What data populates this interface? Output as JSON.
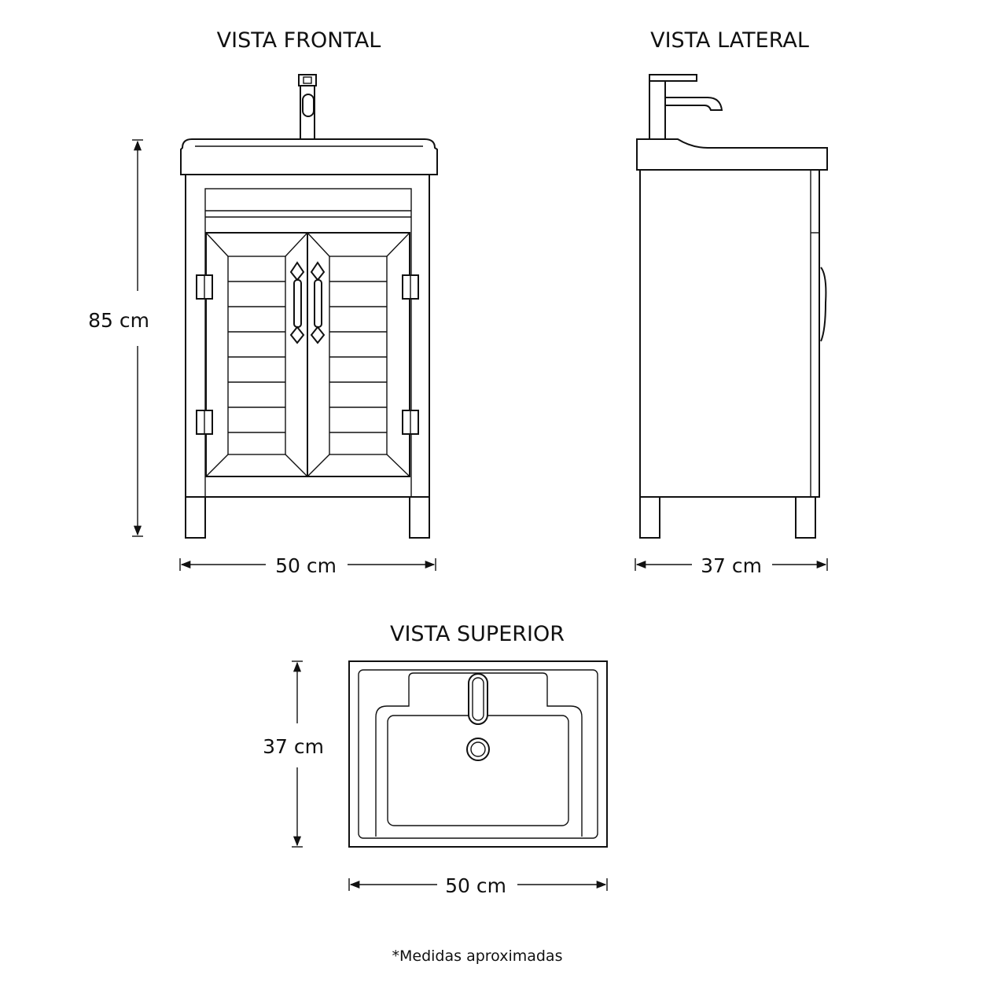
{
  "views": {
    "front": {
      "title": "VISTA FRONTAL",
      "height_label": "85 cm",
      "width_label": "50 cm"
    },
    "side": {
      "title": "VISTA LATERAL",
      "depth_label": "37 cm"
    },
    "top": {
      "title": "VISTA SUPERIOR",
      "depth_label": "37 cm",
      "width_label": "50 cm"
    }
  },
  "footnote": "*Medidas aproximadas",
  "colors": {
    "line": "#111111",
    "background": "#ffffff"
  }
}
